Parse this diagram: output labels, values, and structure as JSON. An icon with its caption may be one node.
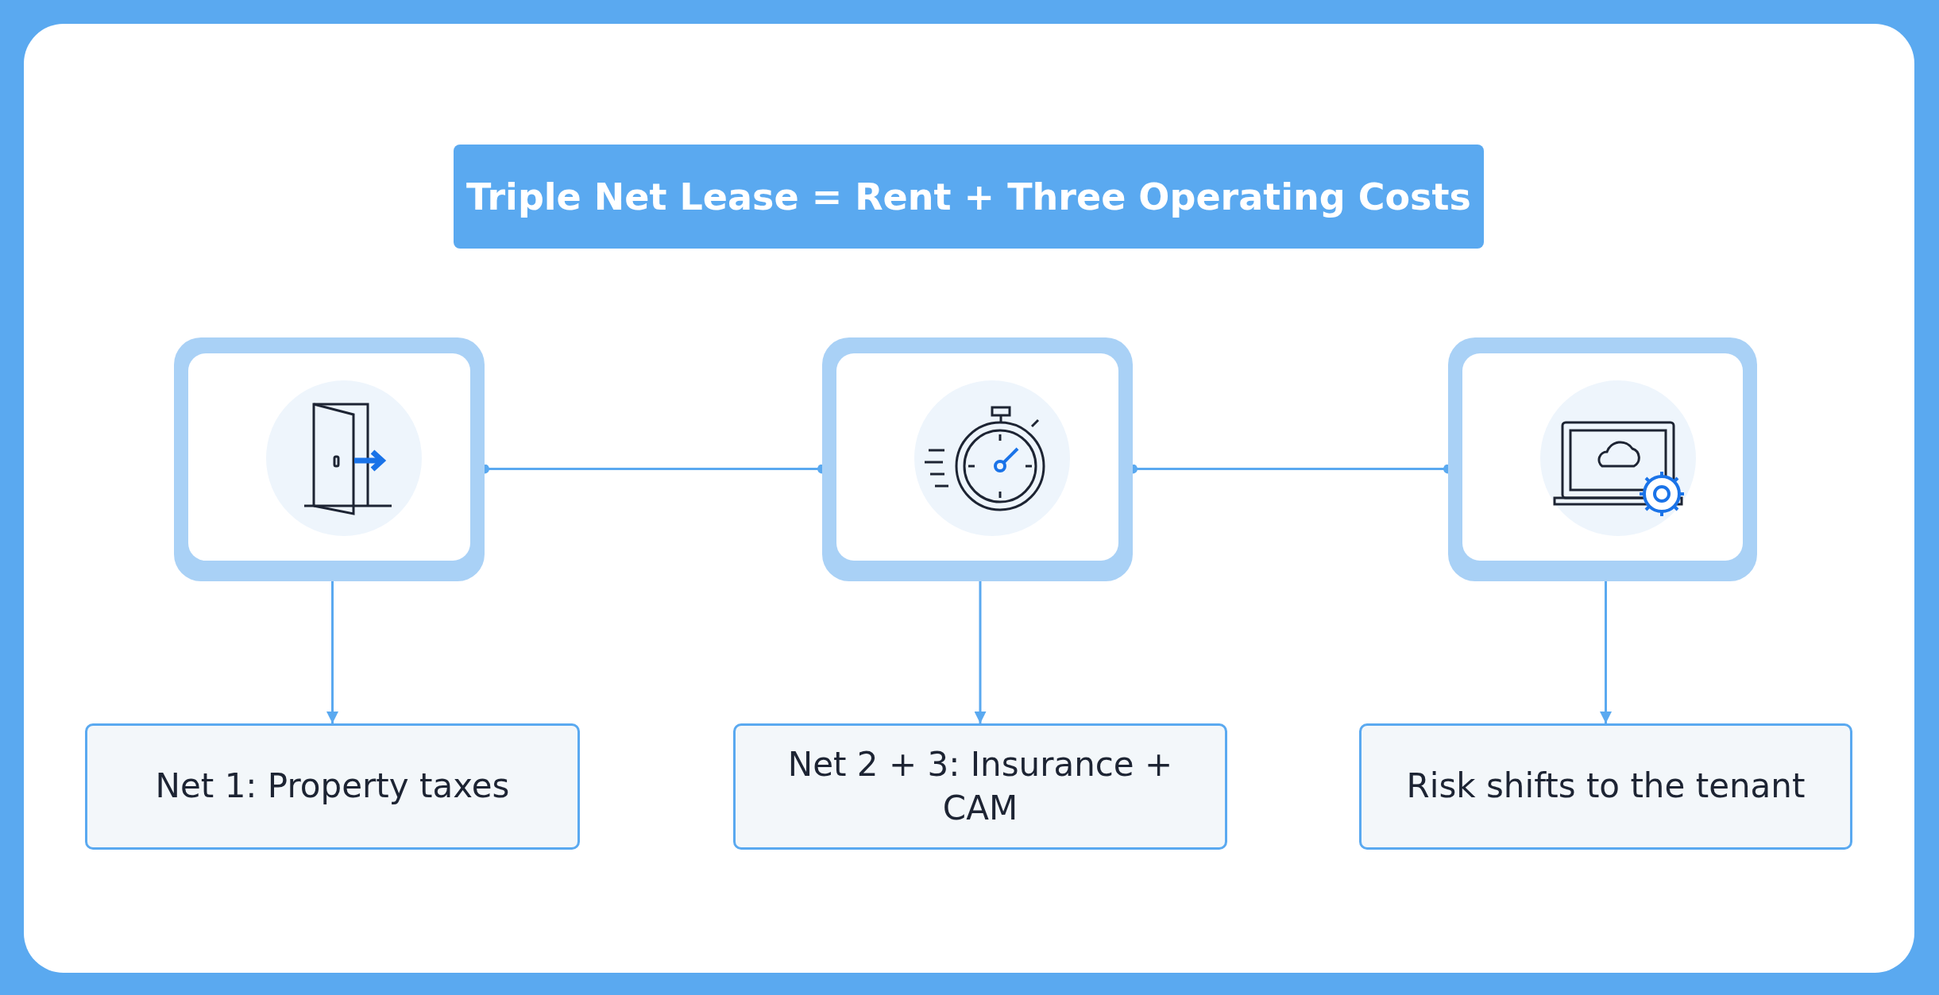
{
  "diagram": {
    "title": "Triple Net Lease = Rent + Three Operating Costs",
    "nodes": [
      {
        "text": [],
        "shape": "box"
      },
      {
        "text": [],
        "shape": "box"
      },
      {
        "text": [],
        "shape": "box"
      },
      {
        "text": [
          "Net 1: Property taxes"
        ]
      },
      {
        "text": [
          "Net 2 + 3: Insurance + CAM"
        ]
      },
      {
        "text": [
          "Risk shifts to the tenant"
        ]
      }
    ],
    "edges": [
      {
        "from": 0,
        "to": 1,
        "arrow": "other"
      },
      {
        "from": 1,
        "to": 2,
        "arrow": "other"
      },
      {
        "from": 0,
        "to": 3,
        "arrow": "to"
      },
      {
        "from": 1,
        "to": 4,
        "arrow": "to"
      },
      {
        "from": 2,
        "to": 5,
        "arrow": "to"
      }
    ]
  }
}
